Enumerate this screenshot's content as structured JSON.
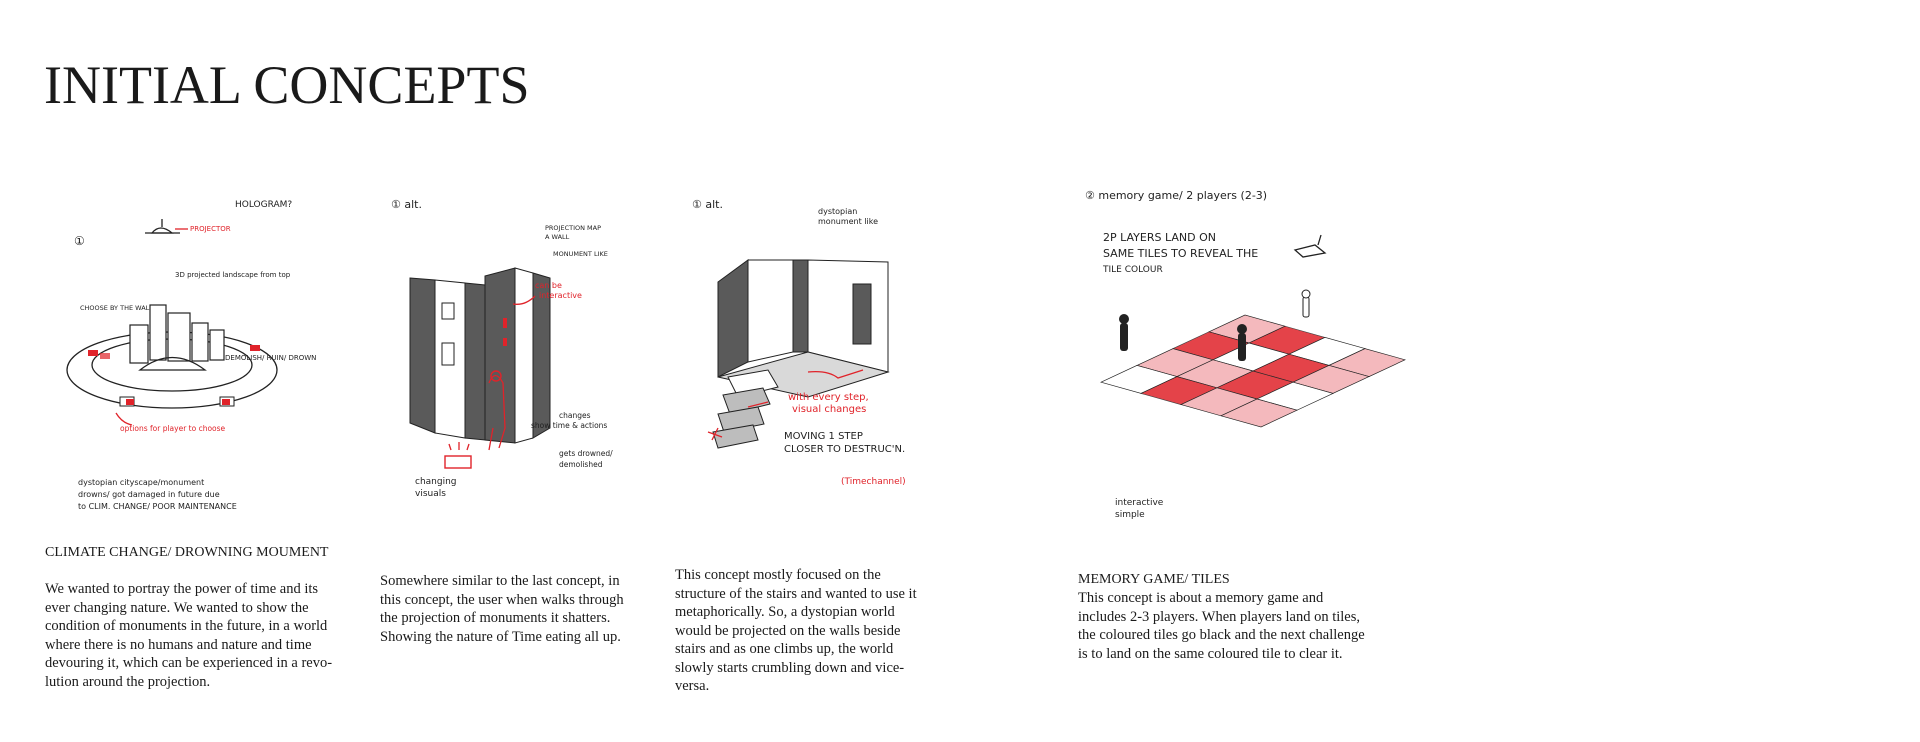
{
  "page": {
    "title": "INITIAL CONCEPTS"
  },
  "concepts": [
    {
      "heading": "CLIMATE CHANGE/ DROWNING MOUMENT",
      "description": "We wanted to portray the power of time and its ever changing nature. We wanted to show the condition of monuments in the future, in a world where there is no humans and nature and time devouring it, which can be experienced in a revo-lution around the projection.",
      "sketch_notes": {
        "number": "①",
        "hologram": "HOLOGRAM?",
        "projector": "PROJECTOR",
        "landscape": "3D projected landscape from top",
        "choose": "CHOOSE BY THE WALKING",
        "demolish": "DEMOLISH/ RUIN/ DROWN",
        "options": "options for player to choose",
        "footnote_1": "dystopian cityscape/monument",
        "footnote_2": "drowns/ got damaged in future due",
        "footnote_3": "to CLIM. CHANGE/ POOR MAINTENANCE"
      }
    },
    {
      "heading": "",
      "description": "Somewhere similar to the last concept, in this concept, the user when walks through the projection of monuments it shatters. Showing the nature of Time eating all up.",
      "sketch_notes": {
        "number": "① alt.",
        "projection_1": "PROJECTION MAP",
        "projection_2": "A WALL",
        "monument": "MONUMENT LIKE",
        "interactive_1": "can be",
        "interactive_2": "interactive",
        "changes_1": "changes",
        "changes_2": "show time & actions",
        "drowned_1": "gets drowned/",
        "drowned_2": "demolished",
        "visuals_1": "changing",
        "visuals_2": "visuals"
      }
    },
    {
      "heading": "",
      "description": "This concept mostly focused on the structure of the stairs and wanted to use it metaphorically. So, a dystopian world would be projected on the walls beside stairs and as one climbs up, the world slowly starts crumbling down and vice-versa.",
      "sketch_notes": {
        "number": "① alt.",
        "dystopian_1": "dystopian",
        "dystopian_2": "monument like",
        "step_1": "with every step,",
        "step_2": "visual changes",
        "moving_1": "MOVING 1 STEP",
        "moving_2": "CLOSER TO DESTRUC'N.",
        "timechannel": "(Timechannel)"
      }
    },
    {
      "heading": "MEMORY GAME/ TILES",
      "description": "This concept is about a memory game and includes 2-3 players. When players land on tiles, the coloured tiles go black and the next challenge is to land on the same coloured tile to clear it.",
      "sketch_notes": {
        "number": "② memory game/ 2 players (2-3)",
        "rule_1": "2P LAYERS LAND ON",
        "rule_2": "SAME TILES TO REVEAL THE",
        "rule_3": "TILE COLOUR",
        "footnote_1": "interactive",
        "footnote_2": "simple"
      }
    }
  ],
  "colors": {
    "ink": "#222222",
    "accent_red": "#e0232a",
    "light_red": "#f4b9bd",
    "grey": "#5a5a5a"
  }
}
